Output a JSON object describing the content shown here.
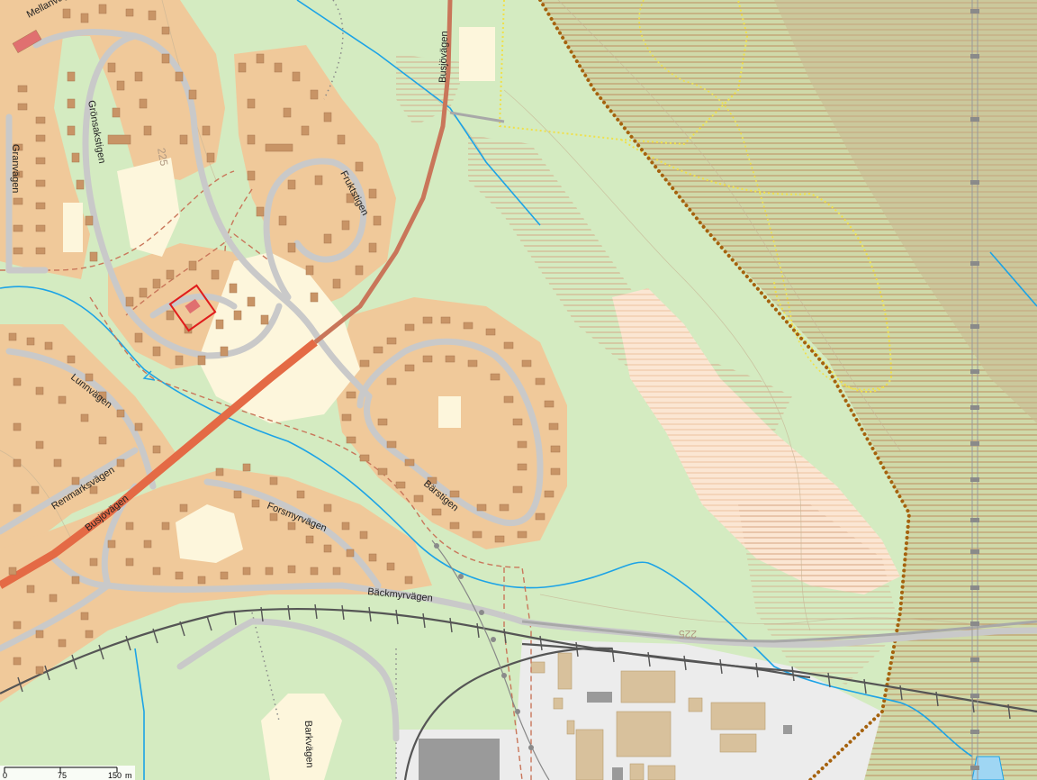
{
  "map": {
    "colors": {
      "forest": "#d4ebc1",
      "residential": "#f0c99a",
      "industrial": "#ececec",
      "open": "#fdf6dc",
      "road": "#c9c9c9",
      "main_road": "#e46a45",
      "road_route": "#c9765a",
      "building": "#d3a578",
      "industrial_building": "#d8c19c",
      "water": "#1ca3e6",
      "railway": "#555555",
      "boundary": "#a5620e",
      "boundary_yellow": "#f2e052",
      "protected_hatch": "#c9a77a",
      "marsh_hatch": "#d2a281",
      "selection": "#e01c1c"
    },
    "roads": {
      "mellanvagen": "Mellanvägen",
      "gronsakstigen": "Grönsakstigen",
      "granvagen": "Granvägen",
      "fruktstigen": "Fruktstigen",
      "busjovagen_n": "Busjövägen",
      "busjovagen_s": "Busjövägen",
      "lunnvagen": "Lunnvägen",
      "renmarksvagen": "Renmarksvägen",
      "barstigen": "Bärstigen",
      "forsmyrvagen": "Forsmyrvägen",
      "backmyrvagen": "Bäckmyrvägen",
      "barkvagen": "Barkvägen"
    },
    "contours": {
      "c1": "225",
      "c2": "225"
    },
    "scale": {
      "zero": "0",
      "mid": "75",
      "end": "150",
      "unit": "m"
    }
  }
}
